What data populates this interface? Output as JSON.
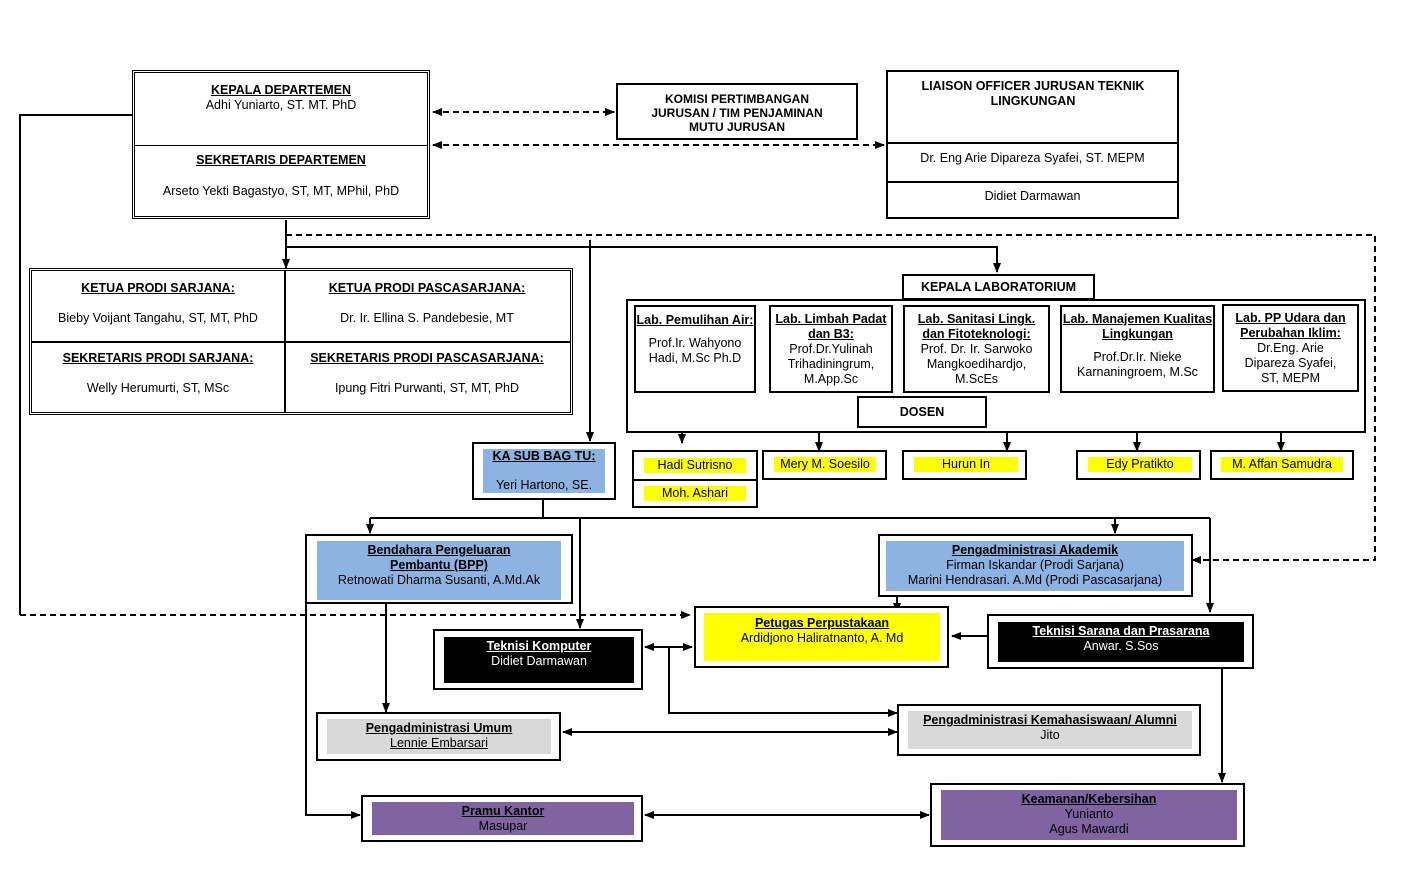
{
  "kepala_departemen": {
    "title": "KEPALA DEPARTEMEN",
    "name": "Adhi Yuniarto, ST. MT. PhD"
  },
  "sekretaris_departemen": {
    "title": "SEKRETARIS DEPARTEMEN",
    "name": "Arseto Yekti Bagastyo, ST, MT, MPhil, PhD"
  },
  "komisi": {
    "lines": [
      "KOMISI PERTIMBANGAN",
      "JURUSAN / TIM PENJAMINAN",
      "MUTU JURUSAN"
    ]
  },
  "liaison": {
    "title": "LIAISON OFFICER JURUSAN TEKNIK LINGKUNGAN",
    "person1": "Dr. Eng  Arie Dipareza Syafei, ST. MEPM",
    "person2": "Didiet Darmawan"
  },
  "prodi": {
    "ketua_sarjana": {
      "title": "KETUA PRODI SARJANA:",
      "name": "Bieby Voijant Tangahu, ST, MT, PhD"
    },
    "ketua_pascasarjana": {
      "title": "KETUA PRODI PASCASARJANA:",
      "name": "Dr. Ir. Ellina S. Pandebesie, MT"
    },
    "sekretaris_sarjana": {
      "title": "SEKRETARIS PRODI SARJANA:",
      "name": "Welly Herumurti, ST, MSc"
    },
    "sekretaris_pascasarjana": {
      "title": "SEKRETARIS PRODI PASCASARJANA:",
      "name": "Ipung Fitri Purwanti, ST, MT, PhD"
    }
  },
  "kepala_lab": {
    "title": "KEPALA LABORATORIUM"
  },
  "labs": [
    {
      "title": "Lab. Pemulihan Air:",
      "head": "Prof.Ir. Wahyono Hadi, M.Sc Ph.D",
      "staff": [
        "Hadi Sutrisno",
        "Moh. Ashari"
      ]
    },
    {
      "title": "Lab. Limbah Padat dan B3:",
      "head": "Prof.Dr.Yulinah Trihadiningrum, M.App.Sc",
      "staff": [
        "Mery M. Soesilo"
      ]
    },
    {
      "title": "Lab. Sanitasi Lingk. dan Fitoteknologi:",
      "head": "Prof. Dr. Ir. Sarwoko Mangkoedihardjo, M.ScEs",
      "staff": [
        "Hurun In"
      ]
    },
    {
      "title": "Lab. Manajemen Kualitas Lingkungan",
      "head": "Prof.Dr.Ir. Nieke Karnaningroem, M.Sc",
      "staff": [
        "Edy Pratikto"
      ]
    },
    {
      "title": "Lab. PP Udara dan Perubahan Iklim:",
      "head": "Dr.Eng. Arie Dipareza Syafei, ST, MEPM",
      "staff": [
        "M. Affan Samudra"
      ]
    }
  ],
  "dosen": {
    "label": "DOSEN"
  },
  "ka_sub_bag_tu": {
    "title": "KA SUB BAG TU:",
    "name": "Yeri Hartono, SE."
  },
  "bpp": {
    "title": "Bendahara Pengeluaran Pembantu (BPP)",
    "name": "Retnowati Dharma Susanti, A.Md.Ak"
  },
  "akademik": {
    "title": "Pengadministrasi Akademik",
    "names": [
      "Firman Iskandar (Prodi Sarjana)",
      "Marini Hendrasari. A.Md (Prodi Pascasarjana)"
    ]
  },
  "perpustakaan": {
    "title": "Petugas Perpustakaan",
    "name": "Ardidjono Haliratnanto, A. Md"
  },
  "teknisi_komputer": {
    "title": "Teknisi Komputer",
    "name": "Didiet Darmawan"
  },
  "teknisi_sarana": {
    "title": "Teknisi Sarana dan Prasarana",
    "name": "Anwar. S.Sos"
  },
  "umum": {
    "title": "Pengadministrasi Umum",
    "name": "Lennie Embarsari"
  },
  "kemahasiswaan": {
    "title": "Pengadministrasi Kemahasiswaan/ Alumni",
    "name": "Jito"
  },
  "pramu": {
    "title": "Pramu Kantor",
    "name": "Masupar"
  },
  "keamanan": {
    "title": "Keamanan/Kebersihan",
    "names": [
      "Yunianto",
      "Agus Mawardi"
    ]
  },
  "colors": {
    "yellow": "#ffff00",
    "blue": "#8db3e2",
    "grey": "#d9d9d9",
    "purple": "#8064a2",
    "black": "#000000"
  }
}
